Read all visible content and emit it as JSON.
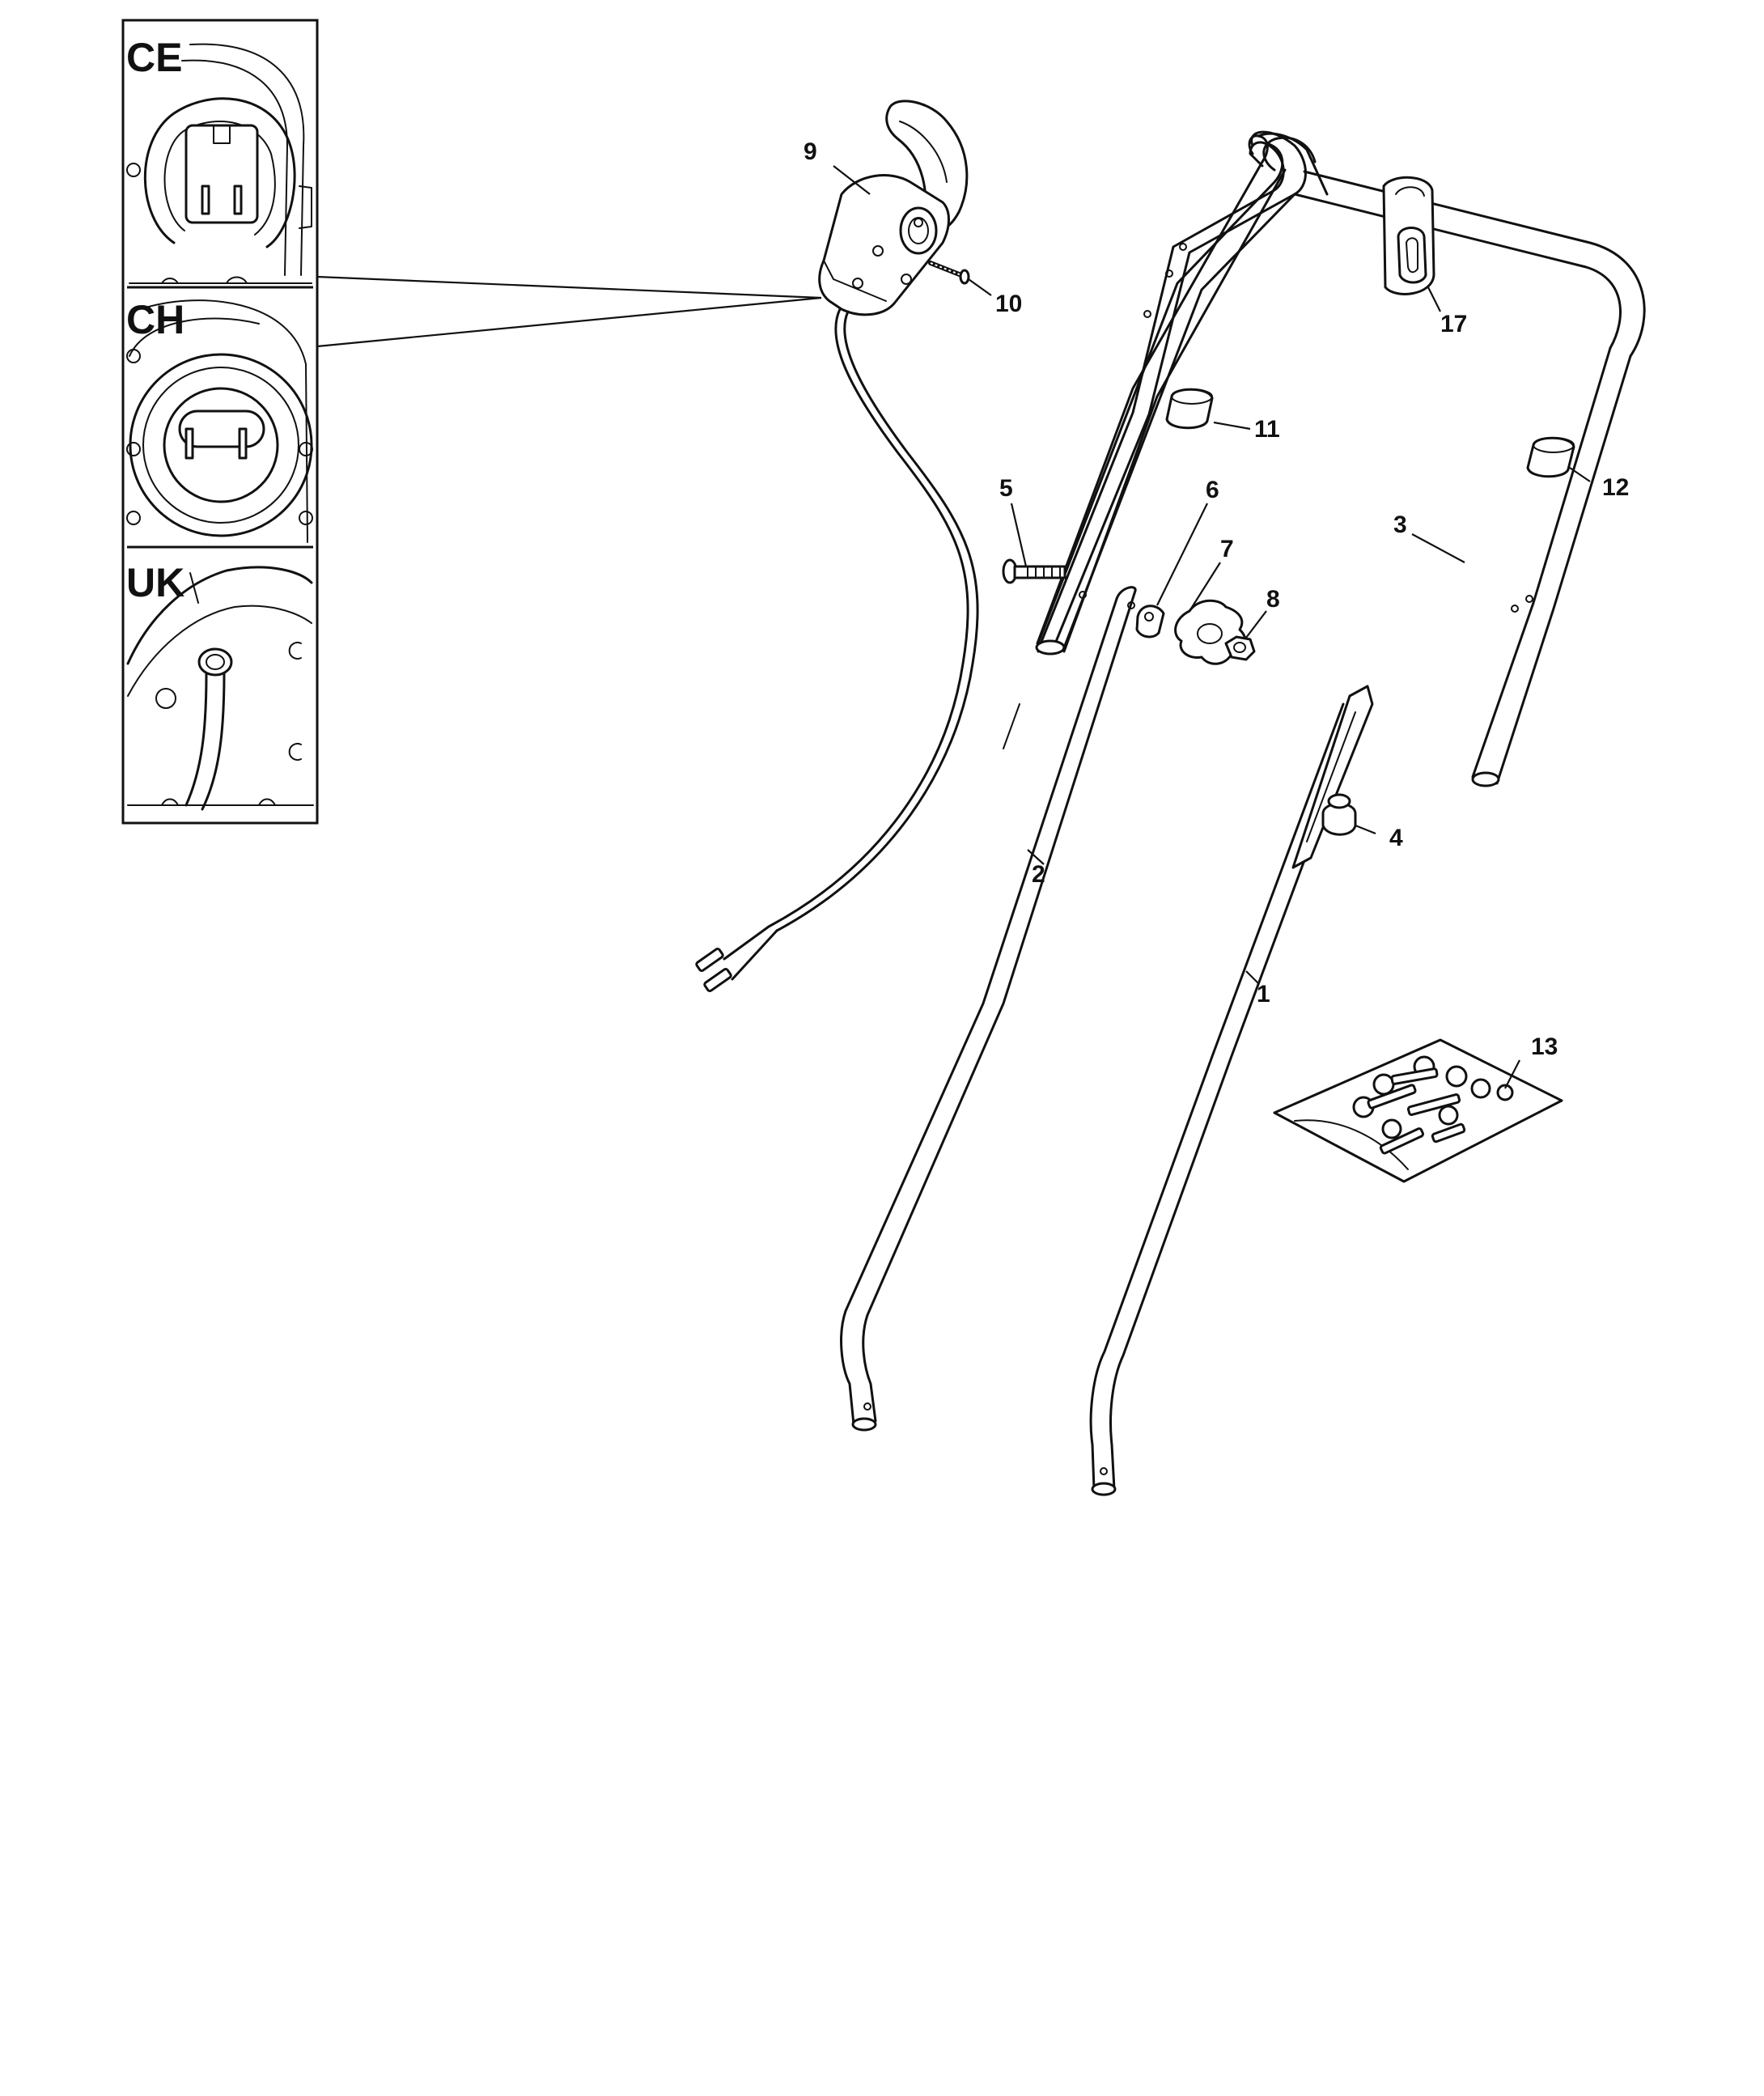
{
  "variants": [
    {
      "label": "CE",
      "name": "ce-plug"
    },
    {
      "label": "CH",
      "name": "ch-plug"
    },
    {
      "label": "UK",
      "name": "uk-cable-entry"
    }
  ],
  "callouts": {
    "c1": "1",
    "c2": "2",
    "c3": "3",
    "c4": "4",
    "c5": "5",
    "c6": "6",
    "c7": "7",
    "c8": "8",
    "c9": "9",
    "c10": "10",
    "c11": "11",
    "c12": "12",
    "c13": "13",
    "c17": "17"
  }
}
